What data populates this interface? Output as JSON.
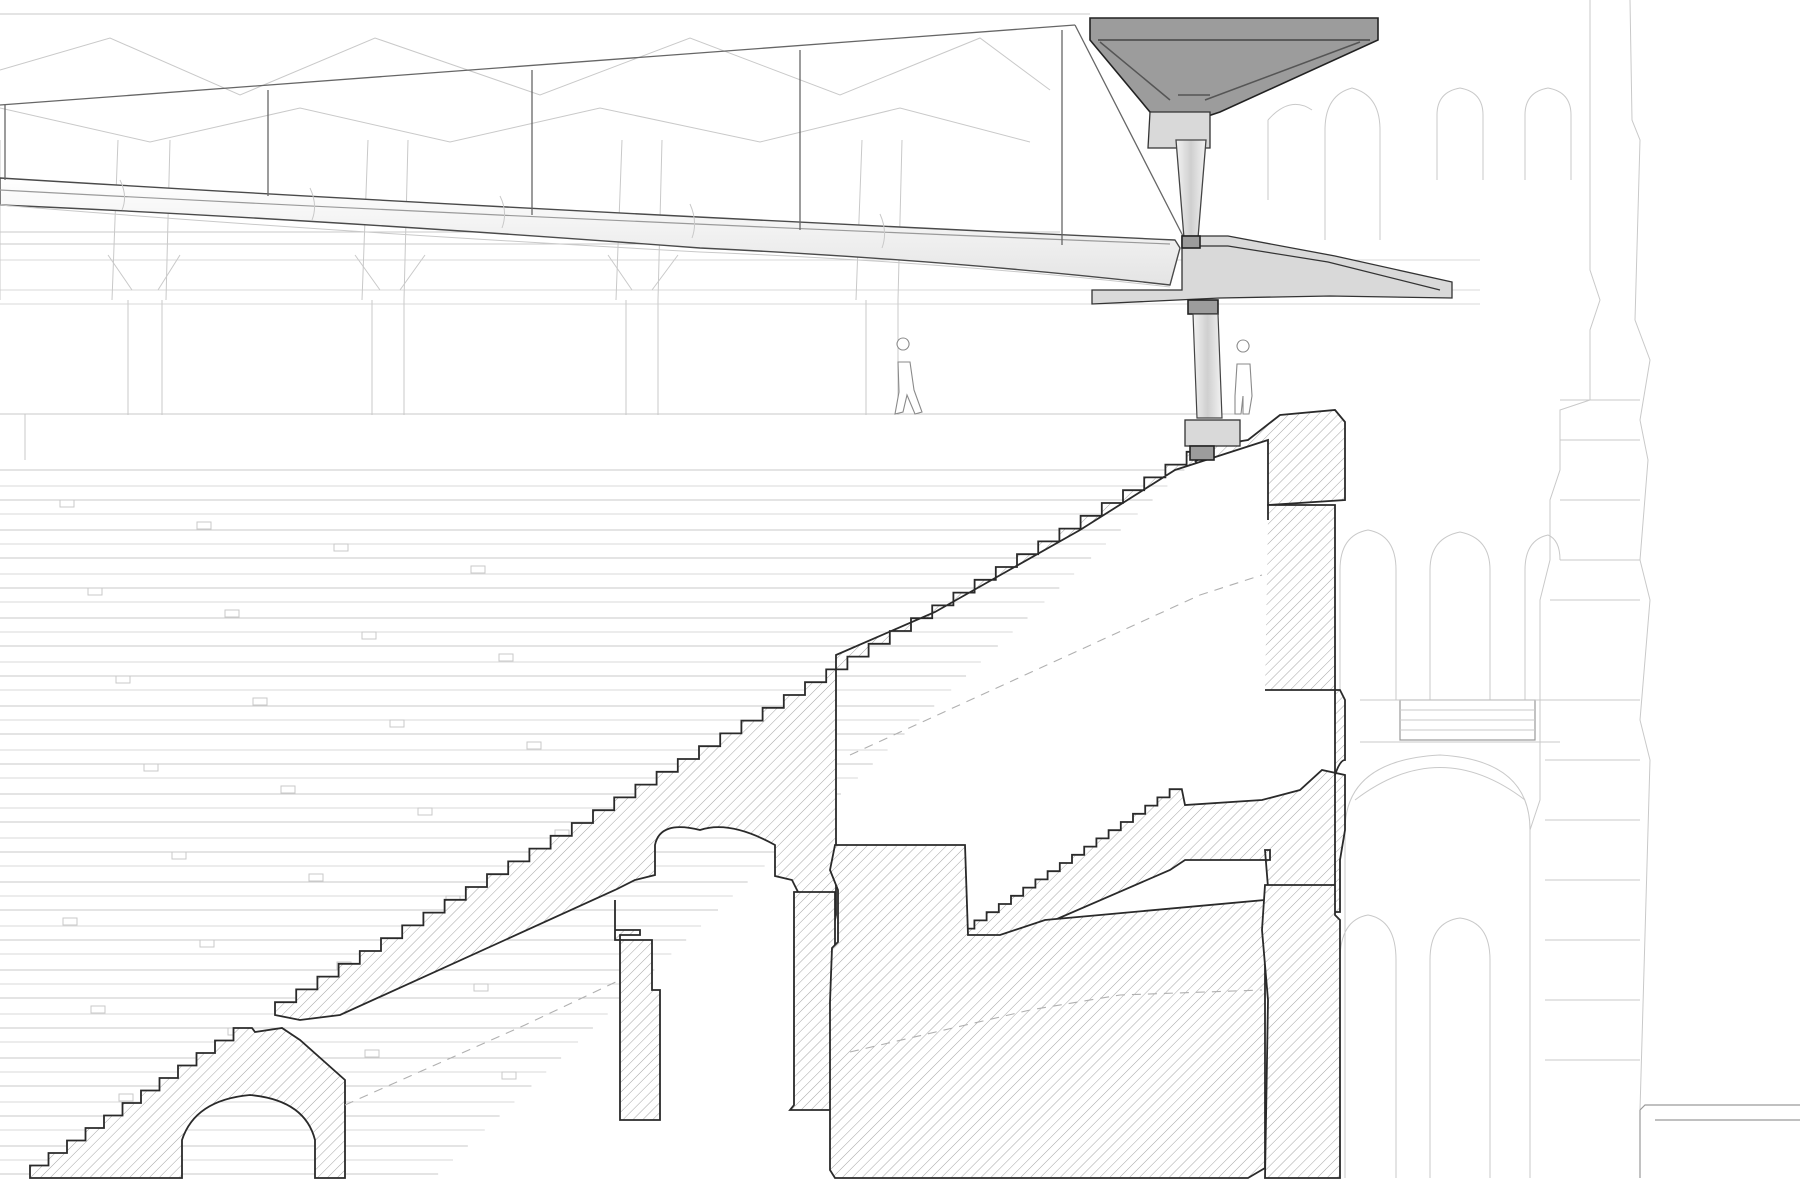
{
  "drawing": {
    "palette": {
      "background": "#ffffff",
      "section_cut_outline": "#2a2a2a",
      "hatch": "#9a9a9a",
      "steel_dark": "#9c9c9c",
      "background_lines": "#c9c9c9"
    },
    "elements": [
      "cantilever-roof-canopy",
      "y-shaped-steel-mast",
      "crown-cantilever-truss",
      "tension-cables",
      "roof-support-bay-posts",
      "arena-seating-tiers",
      "sectioned-cavea-masonry",
      "vaulted-corridor-arches",
      "upper-ambulacrum-staircase",
      "exterior-facade-arcades",
      "human-scale-figures"
    ]
  }
}
